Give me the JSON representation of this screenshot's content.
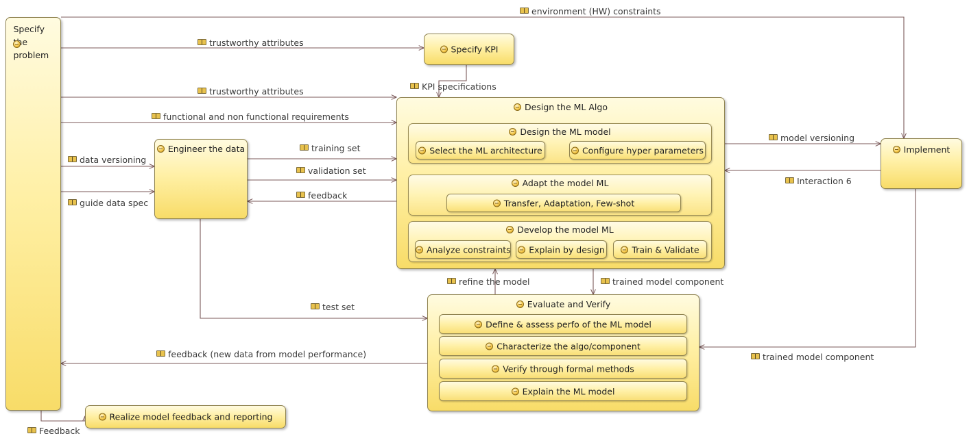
{
  "functions": {
    "specify_problem": "Specify the problem",
    "specify_kpi": "Specify KPI",
    "engineer_data": "Engineer the data",
    "design_algo": "Design the ML Algo",
    "design_model": "Design the ML model",
    "select_architecture": "Select the ML architecture",
    "configure_hyper": "Configure hyper parameters",
    "adapt_model": "Adapt the model ML",
    "transfer": "Transfer, Adaptation, Few-shot",
    "develop_model": "Develop the model ML",
    "analyze_constraints": "Analyze constraints",
    "explain_design": "Explain by design",
    "train_validate": "Train & Validate",
    "implement": "Implement",
    "evaluate_verify": "Evaluate and Verify",
    "define_assess": "Define & assess perfo of the ML model",
    "characterize": "Characterize the algo/component",
    "verify_formal": "Verify through formal methods",
    "explain_model": "Explain the ML model",
    "realize_feedback": "Realize model feedback and reporting"
  },
  "exchanges": {
    "env_constraints": "environment (HW) constraints",
    "trustworthy_1": "trustworthy attributes",
    "kpi_specs": "KPI specifications",
    "trustworthy_2": "trustworthy attributes",
    "func_requirements": "functional and non functional requirements",
    "data_versioning": "data versioning",
    "training_set": "training set",
    "validation_set": "validation set",
    "feedback_data": "feedback",
    "guide_data_spec": "guide data spec",
    "model_versioning": "model versioning",
    "interaction_6": "Interaction 6",
    "refine_model": "refine the model",
    "trained_component_1": "trained model component",
    "test_set": "test set",
    "feedback_new_data": "feedback (new data from model performance)",
    "trained_component_2": "trained model component",
    "feedback_report": "Feedback"
  },
  "colors": {
    "box_fill_top": "#fffbe0",
    "box_fill_bottom": "#f8dc68",
    "box_border": "#8f8350",
    "connector": "#7b5a5a"
  },
  "icons": {
    "function": "function-icon",
    "exchange": "functional-exchange-icon"
  }
}
